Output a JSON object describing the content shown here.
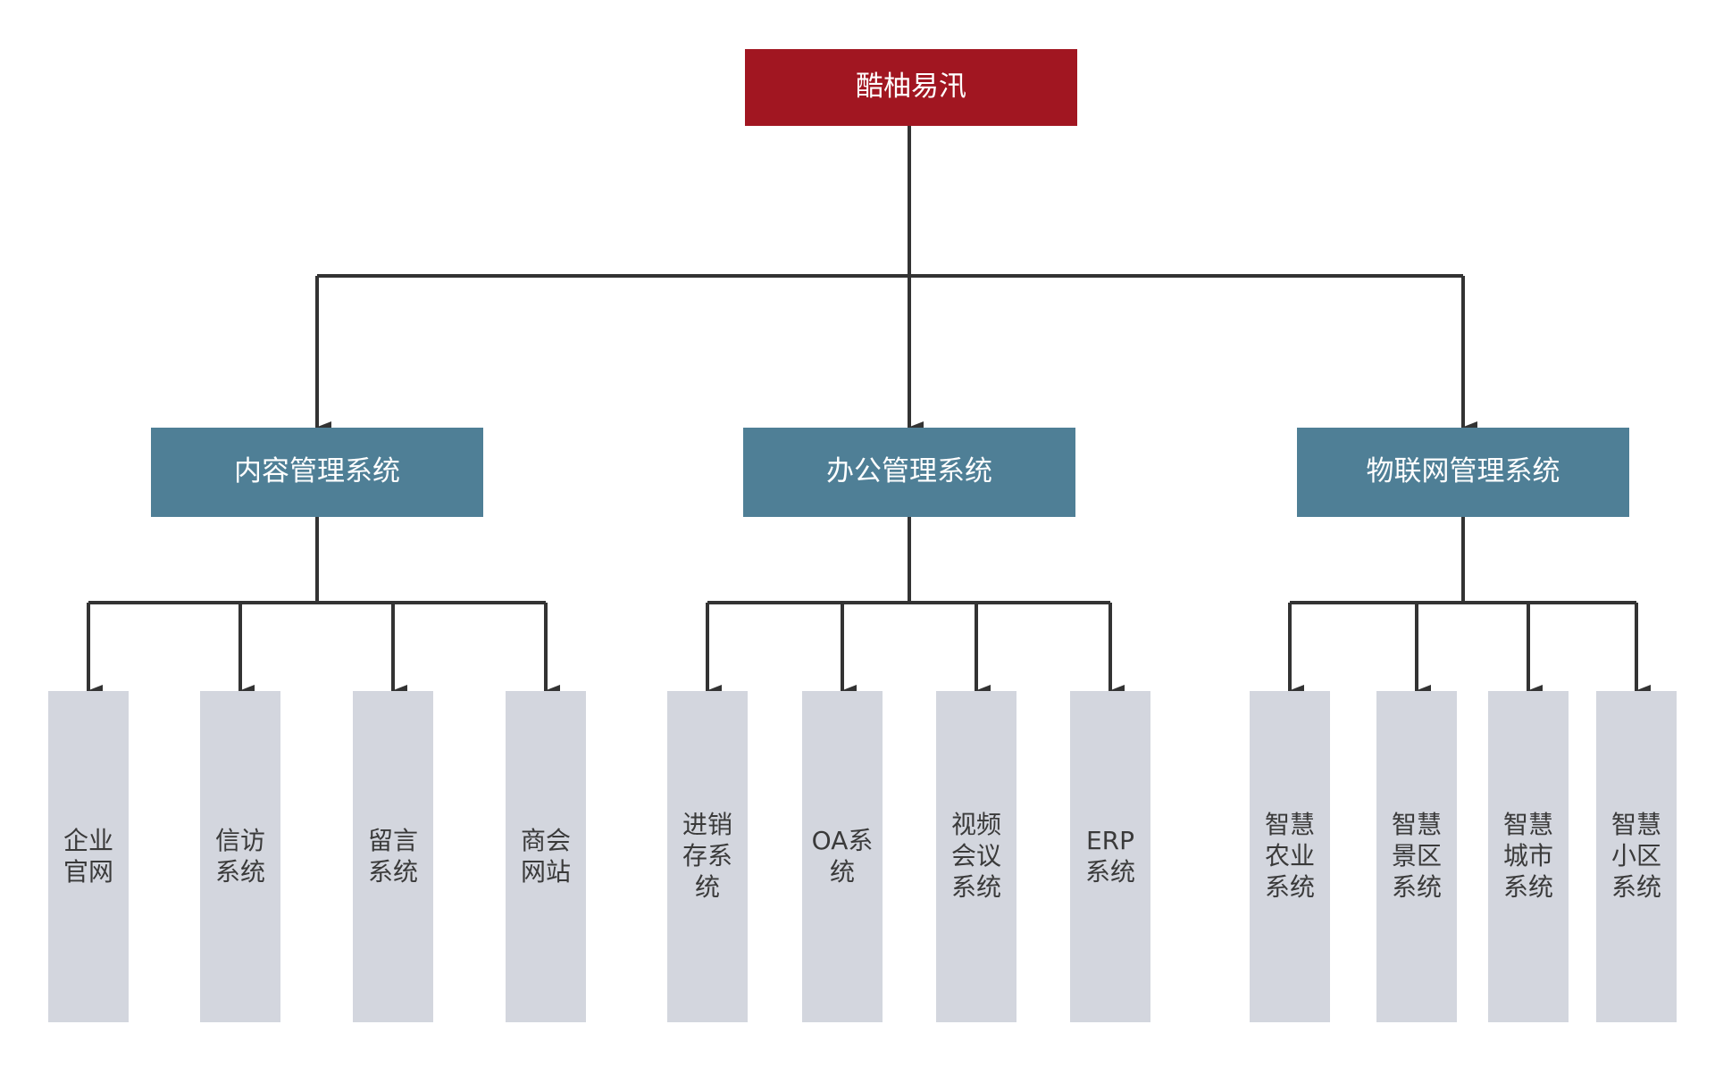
{
  "colors": {
    "root": "#a11621",
    "category": "#4f7f96",
    "leaf": "#d3d6de",
    "connector": "#333333"
  },
  "root": {
    "label": "酷柚易汛"
  },
  "categories": [
    {
      "label": "内容管理系统",
      "children": [
        {
          "label": "企业官网"
        },
        {
          "label": "信访系统"
        },
        {
          "label": "留言系统"
        },
        {
          "label": "商会网站"
        }
      ]
    },
    {
      "label": "办公管理系统",
      "children": [
        {
          "label": "进销存系统"
        },
        {
          "label": "OA系统"
        },
        {
          "label": "视频会议系统"
        },
        {
          "label": "ERP系统"
        }
      ]
    },
    {
      "label": "物联网管理系统",
      "children": [
        {
          "label": "智慧农业系统"
        },
        {
          "label": "智慧景区系统"
        },
        {
          "label": "智慧城市系统"
        },
        {
          "label": "智慧小区系统"
        }
      ]
    }
  ]
}
